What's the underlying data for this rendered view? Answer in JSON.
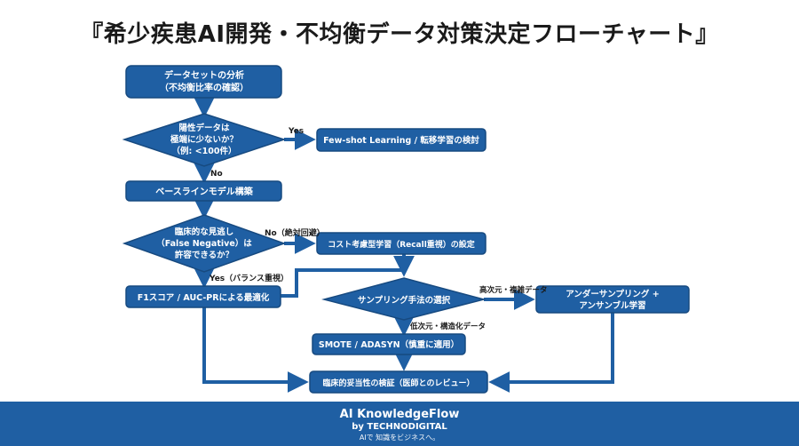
{
  "title": "『希少疾患AI開発・不均衡データ対策決定フローチャート』",
  "nodes": {
    "analyze_line1": "データセットの分析",
    "analyze_line2": "（不均衡比率の確認）",
    "decision1_line1": "陽性データは",
    "decision1_line2": "極端に少ないか？",
    "decision1_line3": "（例: <100件）",
    "fewshot": "Few-shot Learning / 転移学習の検討",
    "baseline": "ベースラインモデル構築",
    "decision2_line1": "臨床的な見逃し",
    "decision2_line2": "（False Negative）は",
    "decision2_line3": "許容できるか？",
    "costsensitive": "コスト考慮型学習（Recall重視）の設定",
    "f1": "F1スコア / AUC-PRによる最適化",
    "decision3": "サンプリング手法の選択",
    "undersampling_line1": "アンダーサンプリング +",
    "undersampling_line2": "アンサンブル学習",
    "smote": "SMOTE / ADASYN（慎重に適用）",
    "clinical": "臨床的妥当性の検証（医師とのレビュー）"
  },
  "edge_labels": {
    "yes1": "Yes",
    "no1": "No",
    "no2": "No（絶対回避）",
    "yes2": "Yes（バランス重視）",
    "high_dim": "高次元・複雑データ",
    "low_dim": "低次元・構造化データ"
  },
  "footer": {
    "brand": "AI KnowledgeFlow",
    "by": "by TECHNODIGITAL",
    "tagline": "AIで 知識をビジネスへ。"
  },
  "colors": {
    "node_fill": "#1f5fa3",
    "node_stroke": "#174a80",
    "arrow": "#1f5fa3",
    "footer_bg": "#1f5fa3"
  }
}
